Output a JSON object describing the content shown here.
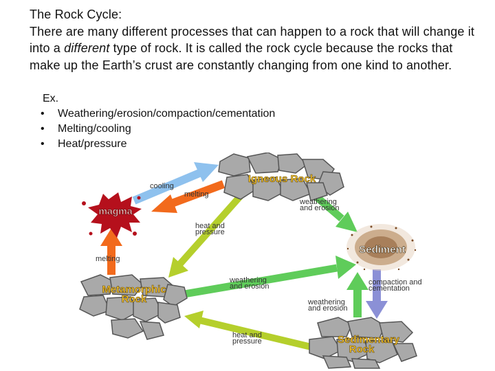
{
  "heading": "The Rock Cycle:",
  "paragraph": {
    "before_emphasis": "There are many different processes that can happen to a rock that will change it into a ",
    "emphasis": "different",
    "after_emphasis": " type of rock. It is called the rock cycle because the rocks that make up the Earth’s crust are constantly changing from one kind to another."
  },
  "examples": {
    "label": "Ex.",
    "bullet": "•",
    "items": [
      "Weathering/erosion/compaction/cementation",
      "Melting/cooling",
      "Heat/pressure"
    ]
  },
  "diagram": {
    "nodes": {
      "igneous": "Igneous Rock",
      "magma": "magma",
      "sediment": "Sediment",
      "metamorphic_line1": "Metamorphic",
      "metamorphic_line2": "Rock",
      "sedimentary_line1": "Sedimentary",
      "sedimentary_line2": "Rock"
    },
    "processes": {
      "cooling": "cooling",
      "melting_top": "melting",
      "melting_left": "melting",
      "heat_pressure_center_1": "heat and",
      "heat_pressure_center_2": "pressure",
      "weathering_top_1": "weathering",
      "weathering_top_2": "and erosion",
      "weathering_mid_1": "weathering",
      "weathering_mid_2": "and erosion",
      "compaction_1": "compaction and",
      "compaction_2": "cementation",
      "weathering_low_1": "weathering",
      "weathering_low_2": "and erosion",
      "heat_pressure_bottom_1": "heat and",
      "heat_pressure_bottom_2": "pressure"
    },
    "colors": {
      "cooling_arrow": "#8ec1ee",
      "melting_arrow": "#f26a1c",
      "pressure_arrow": "#b5cf2c",
      "weathering_arrow": "#5fcc5a",
      "compaction_arrow": "#8b90d6",
      "rock_fill": "#a9a9a9",
      "magma_fill": "#b5101c",
      "sediment_fill": "#a0734a"
    }
  }
}
